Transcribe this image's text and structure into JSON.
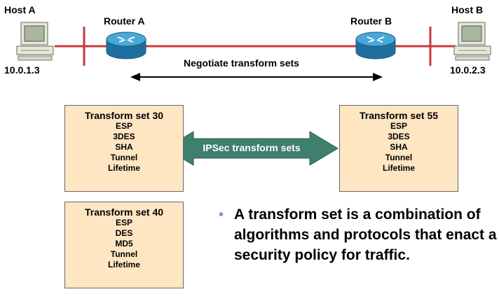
{
  "hosts": {
    "a": {
      "name": "Host A",
      "ip": "10.0.1.3"
    },
    "b": {
      "name": "Host B",
      "ip": "10.0.2.3"
    }
  },
  "routers": {
    "a": {
      "name": "Router A"
    },
    "b": {
      "name": "Router B"
    }
  },
  "negotiate_label": "Negotiate transform sets",
  "center_arrow_label": "IPSec transform sets",
  "transform_sets": [
    {
      "title": "Transform set 30",
      "items": [
        "ESP",
        "3DES",
        "SHA",
        "Tunnel",
        "Lifetime"
      ]
    },
    {
      "title": "Transform set 55",
      "items": [
        "ESP",
        "3DES",
        "SHA",
        "Tunnel",
        "Lifetime"
      ]
    },
    {
      "title": "Transform set 40",
      "items": [
        "ESP",
        "DES",
        "MD5",
        "Tunnel",
        "Lifetime"
      ]
    }
  ],
  "bullet": "A transform set is a combination of algorithms and protocols that enact a security policy for traffic.",
  "colors": {
    "link": "#c83a3a",
    "router": "#2a8bbf",
    "box_fill": "#ffe6c3",
    "arrow_fill": "#3f7f6d",
    "bullet": "#7a9cc8"
  }
}
